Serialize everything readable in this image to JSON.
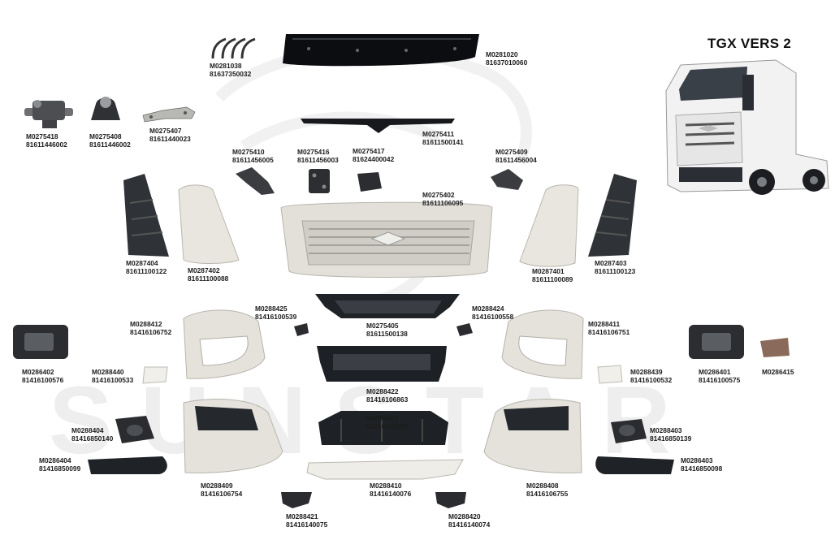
{
  "title": "TGX VERS 2",
  "watermark": "SUNSTAR",
  "colors": {
    "part_white": "#e8e6de",
    "part_dark": "#2a2d33",
    "part_black": "#14161a"
  },
  "parts": [
    {
      "id": "p0281038",
      "code": "M0281038",
      "oem": "81637350032"
    },
    {
      "id": "p0281020",
      "code": "M0281020",
      "oem": "81637010060"
    },
    {
      "id": "p0275418",
      "code": "M0275418",
      "oem": "81611446002"
    },
    {
      "id": "p0275408",
      "code": "M0275408",
      "oem": "81611446002"
    },
    {
      "id": "p0275407",
      "code": "M0275407",
      "oem": "81611440023"
    },
    {
      "id": "p0275411",
      "code": "M0275411",
      "oem": "81611500141"
    },
    {
      "id": "p0275410",
      "code": "M0275410",
      "oem": "81611456005"
    },
    {
      "id": "p0275416",
      "code": "M0275416",
      "oem": "81611456003"
    },
    {
      "id": "p0275417",
      "code": "M0275417",
      "oem": "81624400042"
    },
    {
      "id": "p0275409",
      "code": "M0275409",
      "oem": "81611456004"
    },
    {
      "id": "p0275402",
      "code": "M0275402",
      "oem": "81611106095"
    },
    {
      "id": "p0287404",
      "code": "M0287404",
      "oem": "81611100122"
    },
    {
      "id": "p0287402",
      "code": "M0287402",
      "oem": "81611100088"
    },
    {
      "id": "p0287401",
      "code": "M0287401",
      "oem": "81611100089"
    },
    {
      "id": "p0287403",
      "code": "M0287403",
      "oem": "81611100123"
    },
    {
      "id": "p0288425",
      "code": "M0288425",
      "oem": "81416100539"
    },
    {
      "id": "p0288424",
      "code": "M0288424",
      "oem": "81416100558"
    },
    {
      "id": "p0288412",
      "code": "M0288412",
      "oem": "81416106752"
    },
    {
      "id": "p0275405",
      "code": "M0275405",
      "oem": "81611500138"
    },
    {
      "id": "p0288411",
      "code": "M0288411",
      "oem": "81416106751"
    },
    {
      "id": "p0286402",
      "code": "M0286402",
      "oem": "81416100576"
    },
    {
      "id": "p0288440",
      "code": "M0288440",
      "oem": "81416100533"
    },
    {
      "id": "p0288422",
      "code": "M0288422",
      "oem": "81416106863"
    },
    {
      "id": "p0288439",
      "code": "M0288439",
      "oem": "81416100532"
    },
    {
      "id": "p0286401",
      "code": "M0286401",
      "oem": "81416100575"
    },
    {
      "id": "p0286415",
      "code": "M0286415",
      "oem": ""
    },
    {
      "id": "p0288423",
      "code": "M0288423",
      "oem": "81416146009"
    },
    {
      "id": "p0288404",
      "code": "M0288404",
      "oem": "81416850140"
    },
    {
      "id": "p0288403",
      "code": "M0288403",
      "oem": "81416850139"
    },
    {
      "id": "p0286404",
      "code": "M0286404",
      "oem": "81416850099"
    },
    {
      "id": "p0286403",
      "code": "M0286403",
      "oem": "81416850098"
    },
    {
      "id": "p0288409",
      "code": "M0288409",
      "oem": "81416106754"
    },
    {
      "id": "p0288410",
      "code": "M0288410",
      "oem": "81416140076"
    },
    {
      "id": "p0288408",
      "code": "M0288408",
      "oem": "81416106755"
    },
    {
      "id": "p0288421",
      "code": "M0288421",
      "oem": "81416140075"
    },
    {
      "id": "p0288420",
      "code": "M0288420",
      "oem": "81416140074"
    }
  ]
}
